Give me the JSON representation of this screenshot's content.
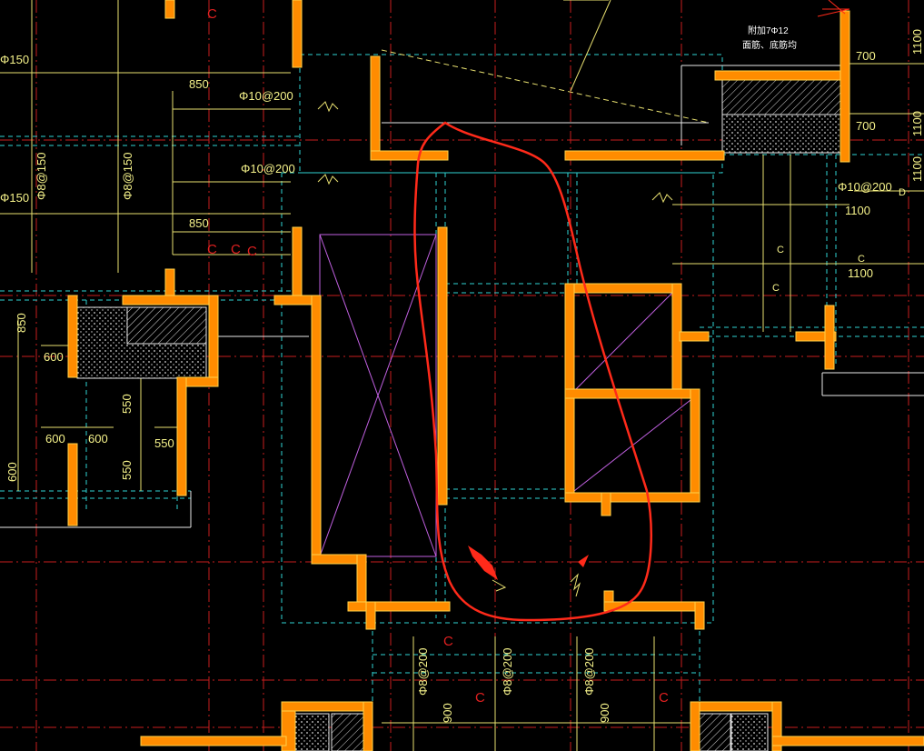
{
  "drawing": {
    "rebar_labels": [
      "Φ10@200",
      "Φ10@200",
      "Φ10@200"
    ],
    "vertical_rebar_labels": [
      "Φ8@150",
      "Φ8@150",
      "Φ8@200",
      "Φ8@200",
      "Φ8@200"
    ],
    "side_labels": [
      "Φ150",
      "Φ150"
    ],
    "dims": {
      "d850a": "850",
      "d850b": "850",
      "d700a": "700",
      "d700b": "700",
      "d1100a": "1100",
      "d1100b": "1100",
      "d850v": "850",
      "d600a": "600",
      "d600b": "600",
      "d600c": "600",
      "d550a": "550",
      "d550b": "550",
      "d550c": "550",
      "d600v": "600",
      "d900a": "900",
      "d900b": "900",
      "d1100v1": "1100",
      "d1100v2": "1100",
      "d1100v3": "1100"
    },
    "note_line1": "附加7Φ12",
    "note_line2": "面筋、底筋均",
    "axis_c": "C",
    "axis_d": "D"
  },
  "colors": {
    "background": "#000000",
    "wall": "#ff8c00",
    "markup": "#ff2a1a",
    "grid": "#c81e1e",
    "cyan": "#2fd3d3",
    "text": "#f5f28a"
  }
}
